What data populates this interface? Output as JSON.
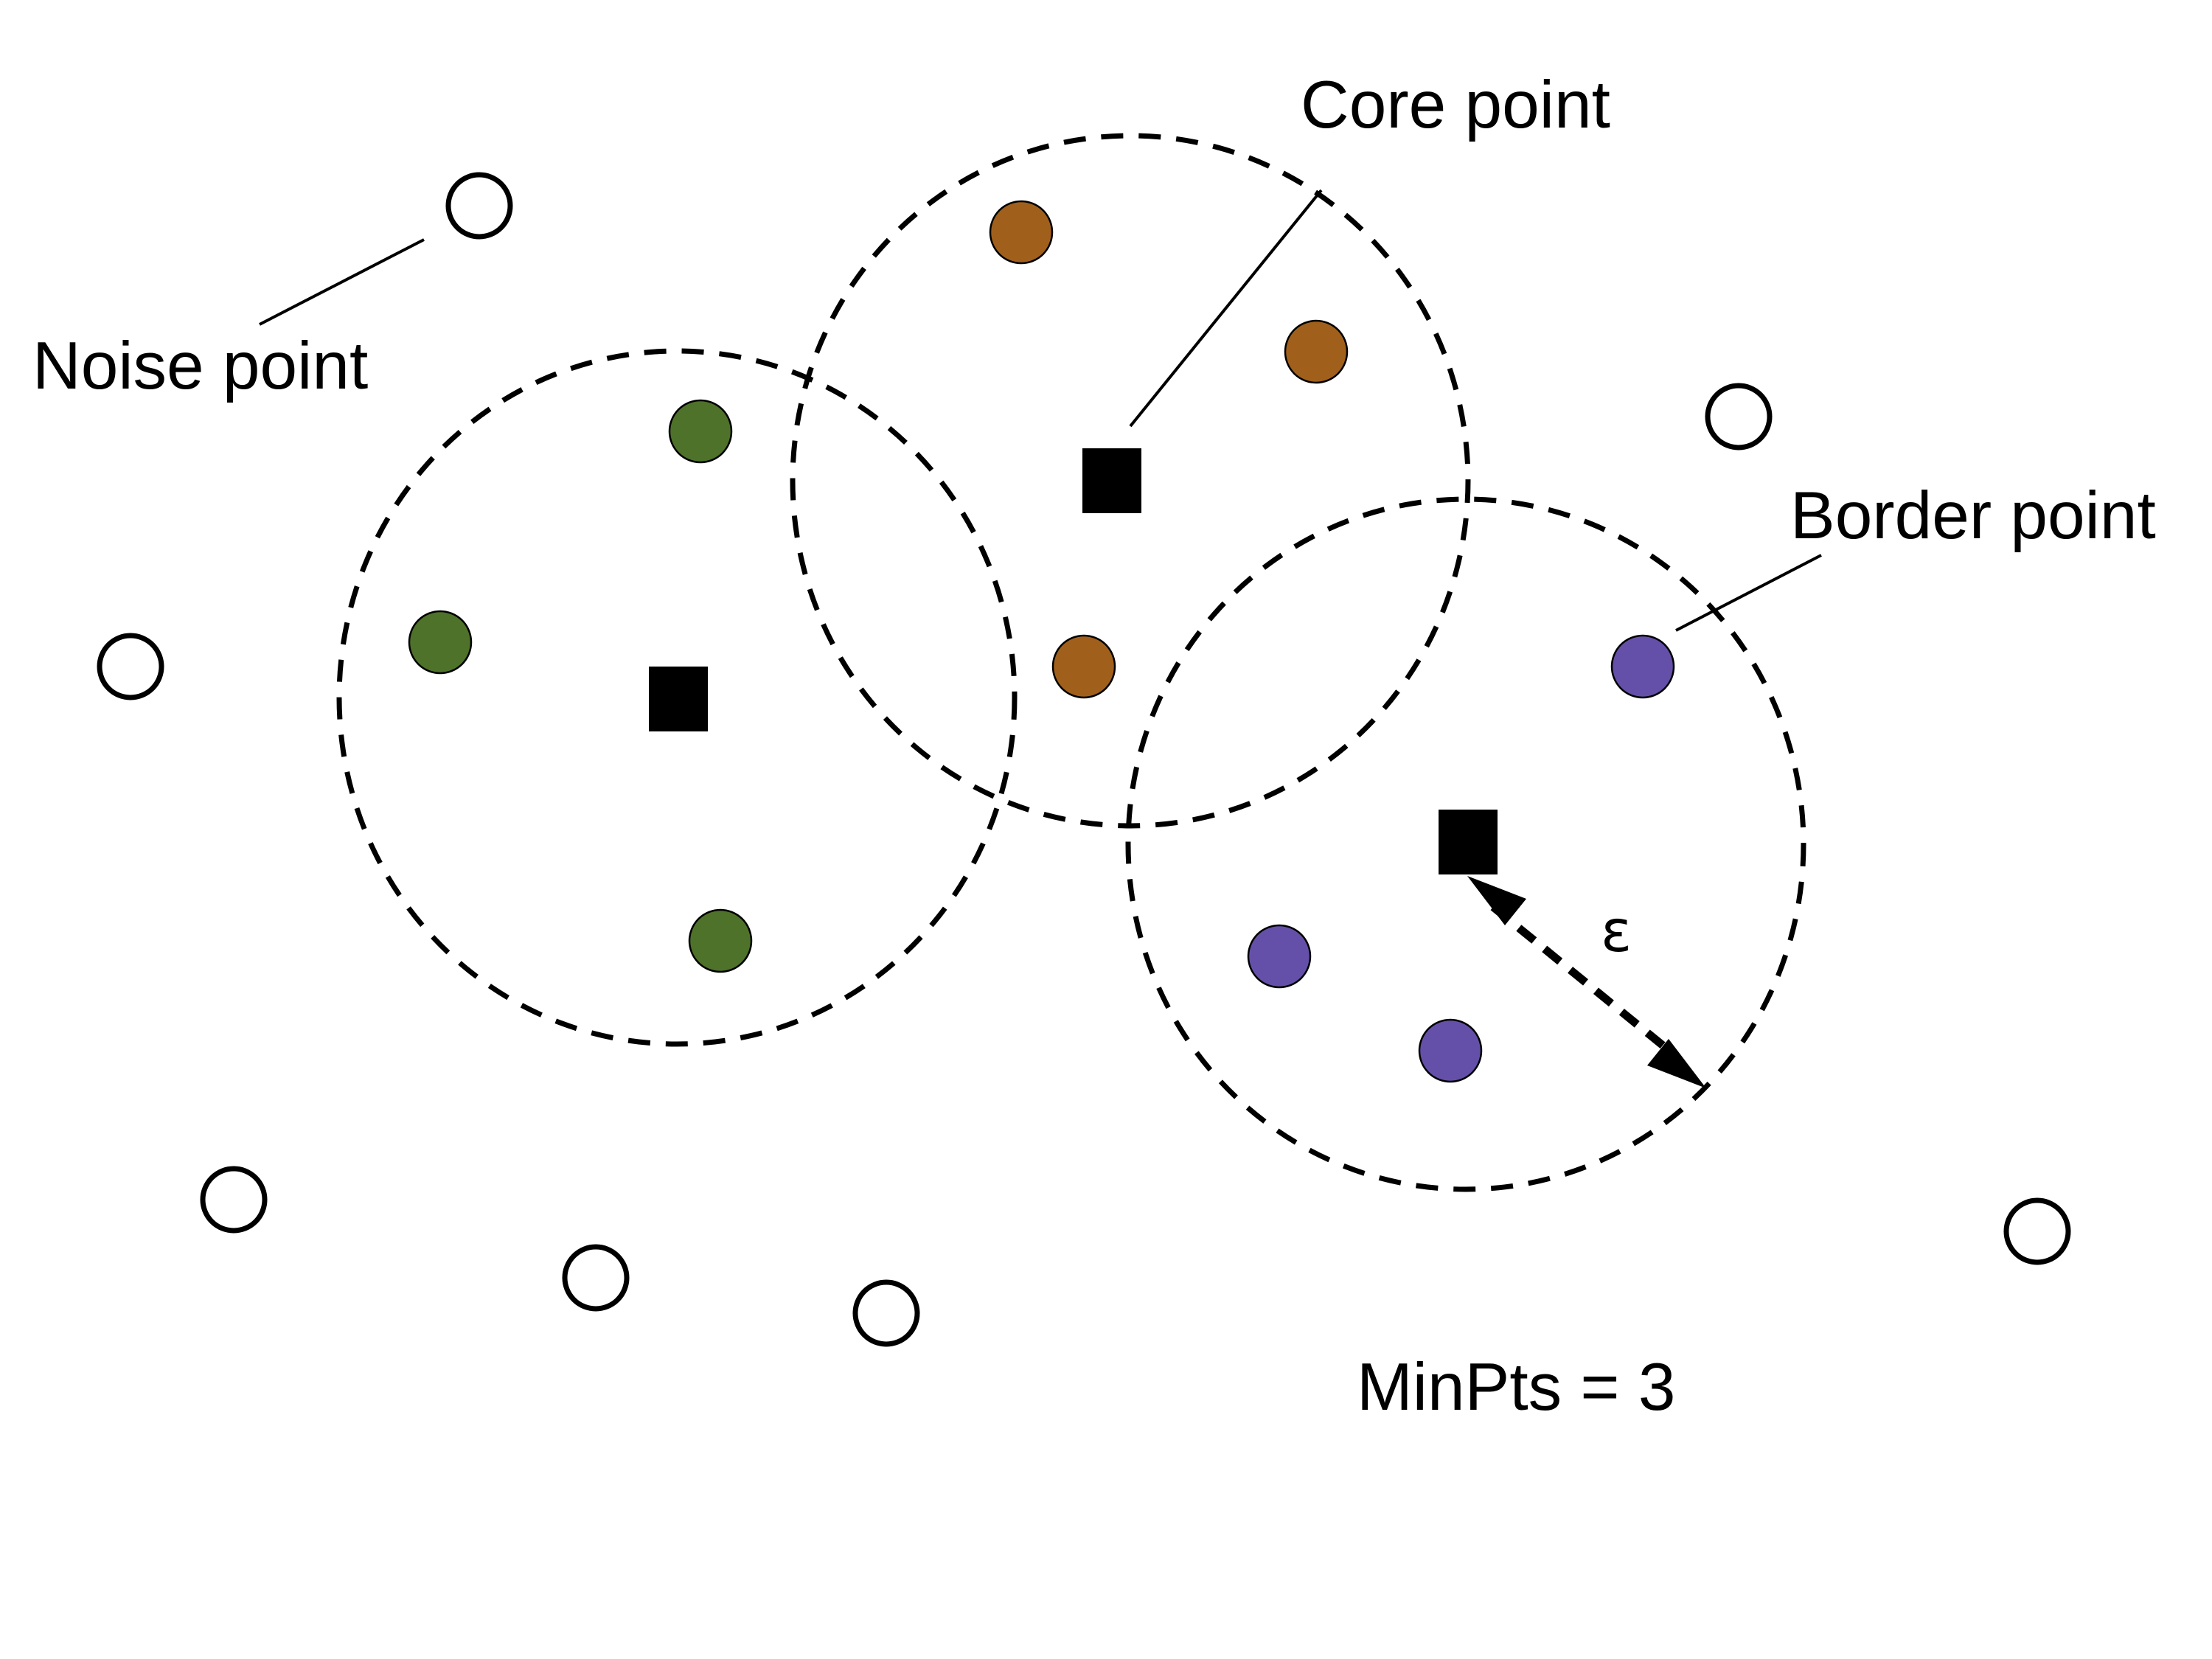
{
  "labels": {
    "core_point": "Core point",
    "noise_point": "Noise point",
    "border_point": "Border point",
    "epsilon": "ε",
    "min_pts": "MinPts = 3"
  },
  "colors": {
    "cluster_green": "#4e7229",
    "cluster_orange": "#a0601c",
    "cluster_purple": "#6450a8",
    "noise_fill": "#ffffff",
    "core_fill": "#000000"
  }
}
